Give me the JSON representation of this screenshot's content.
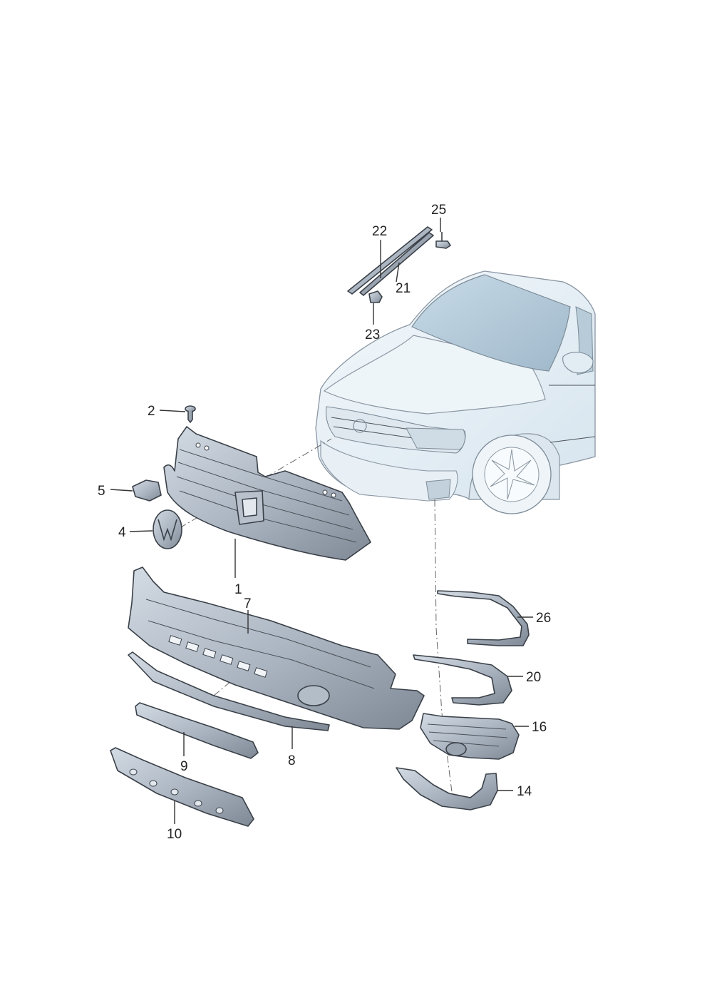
{
  "diagram": {
    "colors": {
      "part_fill_light": "#c9d2dc",
      "part_fill_dark": "#8a94a0",
      "vehicle_fill": "#e6f0f6",
      "vehicle_stroke": "#8a96a2",
      "outline": "#3a4048",
      "label": "#222222"
    },
    "callouts": [
      {
        "id": "1",
        "label": "1"
      },
      {
        "id": "2",
        "label": "2"
      },
      {
        "id": "4",
        "label": "4"
      },
      {
        "id": "5",
        "label": "5"
      },
      {
        "id": "7",
        "label": "7"
      },
      {
        "id": "8",
        "label": "8"
      },
      {
        "id": "9",
        "label": "9"
      },
      {
        "id": "10",
        "label": "10"
      },
      {
        "id": "14",
        "label": "14"
      },
      {
        "id": "16",
        "label": "16"
      },
      {
        "id": "20",
        "label": "20"
      },
      {
        "id": "21",
        "label": "21"
      },
      {
        "id": "22",
        "label": "22"
      },
      {
        "id": "23",
        "label": "23"
      },
      {
        "id": "25",
        "label": "25"
      },
      {
        "id": "26",
        "label": "26"
      }
    ]
  }
}
